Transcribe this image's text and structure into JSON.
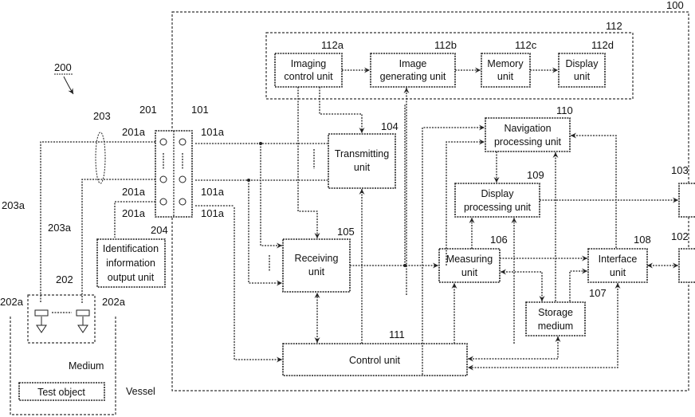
{
  "diagram": {
    "system_ref": "200",
    "apparatus_ref": "100",
    "blocks": {
      "imaging_control": {
        "ref": "112a",
        "line1": "Imaging",
        "line2": "control unit"
      },
      "image_generating": {
        "ref": "112b",
        "line1": "Image",
        "line2": "generating unit"
      },
      "memory": {
        "ref": "112c",
        "line1": "Memory",
        "line2": "unit"
      },
      "display_unit": {
        "ref": "112d",
        "line1": "Display",
        "line2": "unit"
      },
      "imaging_group": {
        "ref": "112"
      },
      "transmitting": {
        "ref": "104",
        "line1": "Transmitting",
        "line2": "unit"
      },
      "receiving": {
        "ref": "105",
        "line1": "Receiving",
        "line2": "unit"
      },
      "measuring": {
        "ref": "106",
        "line1": "Measuring",
        "line2": "unit"
      },
      "storage": {
        "ref": "107",
        "line1": "Storage",
        "line2": "medium"
      },
      "interface": {
        "ref": "108",
        "line1": "Interface",
        "line2": "unit"
      },
      "display_processing": {
        "ref": "109",
        "line1": "Display",
        "line2": "processing unit"
      },
      "navigation": {
        "ref": "110",
        "line1": "Navigation",
        "line2": "processing unit"
      },
      "control": {
        "ref": "111",
        "line1": "Control unit"
      },
      "identification": {
        "ref": "204",
        "line1": "Identification",
        "line2": "information",
        "line3": "output unit"
      },
      "test_object": {
        "line1": "Test object"
      }
    },
    "external": {
      "display_ref": "103",
      "input_ref": "102"
    },
    "connector": {
      "probe_connector_ref": "201",
      "probe_pin_ref": "201a",
      "apparatus_connector_ref": "101",
      "apparatus_pin_ref": "101a"
    },
    "probe": {
      "cable_ref": "203",
      "wire_ref": "203a",
      "probe_ref": "202",
      "element_ref": "202a"
    },
    "labels": {
      "medium": "Medium",
      "vessel": "Vessel"
    }
  }
}
